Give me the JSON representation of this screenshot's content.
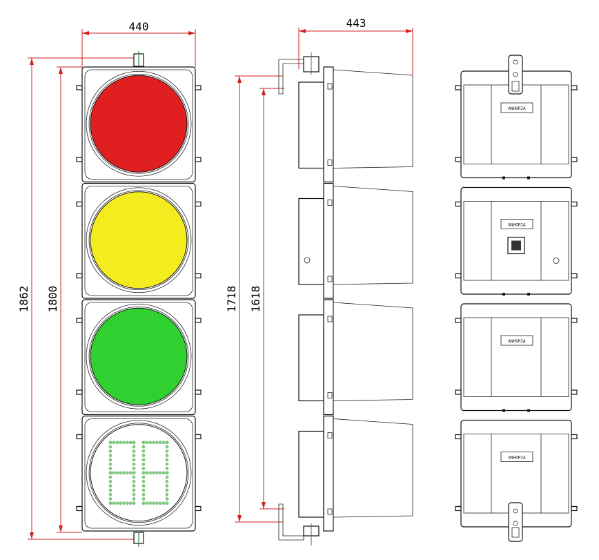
{
  "dimensions": {
    "front_width": "440",
    "side_depth": "443",
    "total_height": "1862",
    "body_height": "1800",
    "side_height_outer": "1718",
    "side_height_inner": "1618"
  },
  "lamps": [
    {
      "name": "red-lamp",
      "color": "#e02020"
    },
    {
      "name": "yellow-lamp",
      "color": "#f4ec1e"
    },
    {
      "name": "green-lamp",
      "color": "#2fd02f"
    },
    {
      "name": "countdown-lamp",
      "color": "#ffffff",
      "digits": "88",
      "digit_color": "#7ed07e"
    }
  ],
  "colors": {
    "dimension_line": "#d02020",
    "outline": "#111111",
    "bracket": "#2a8a2a"
  },
  "back_view": {
    "logo_text": "ANHORIA"
  }
}
